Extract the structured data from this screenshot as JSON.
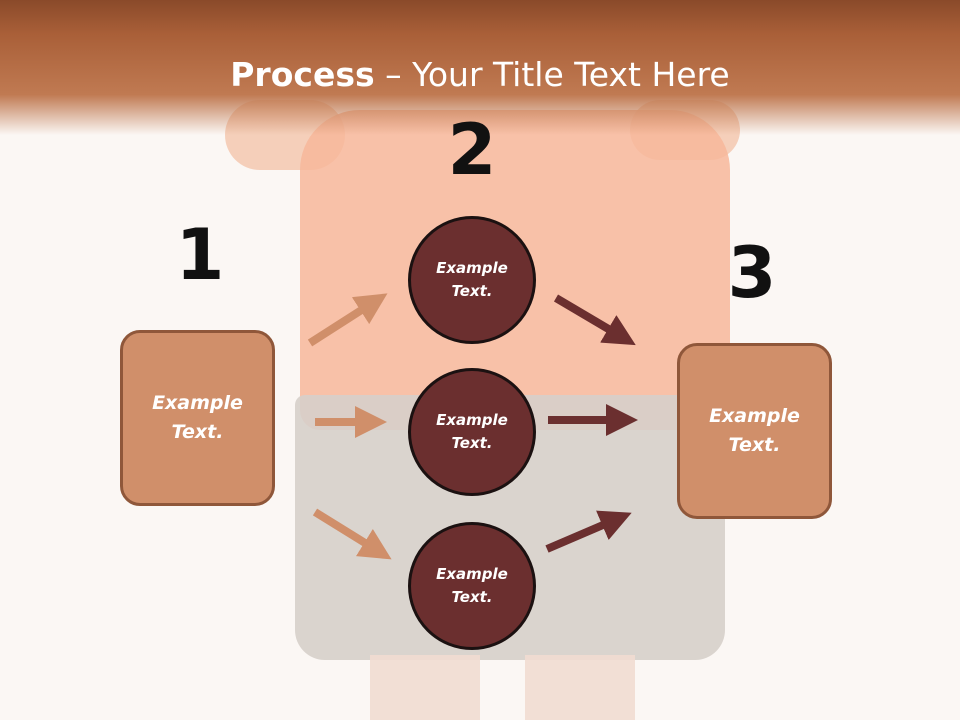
{
  "slide": {
    "title_bold": "Process",
    "title_rest": " – Your Title Text Here"
  },
  "steps": {
    "step1_number": "1",
    "step2_number": "2",
    "step3_number": "3"
  },
  "boxes": {
    "left_text": "Example Text.",
    "right_text": "Example Text."
  },
  "circles": [
    {
      "text": "Example Text."
    },
    {
      "text": "Example Text."
    },
    {
      "text": "Example Text."
    }
  ],
  "colors": {
    "title_band": "#a95f38",
    "box_fill": "#d08f6a",
    "box_border": "#8f573a",
    "circle_fill": "#6b2f2f",
    "arrow_light": "#d08f6a",
    "arrow_dark": "#6b2f2f"
  }
}
